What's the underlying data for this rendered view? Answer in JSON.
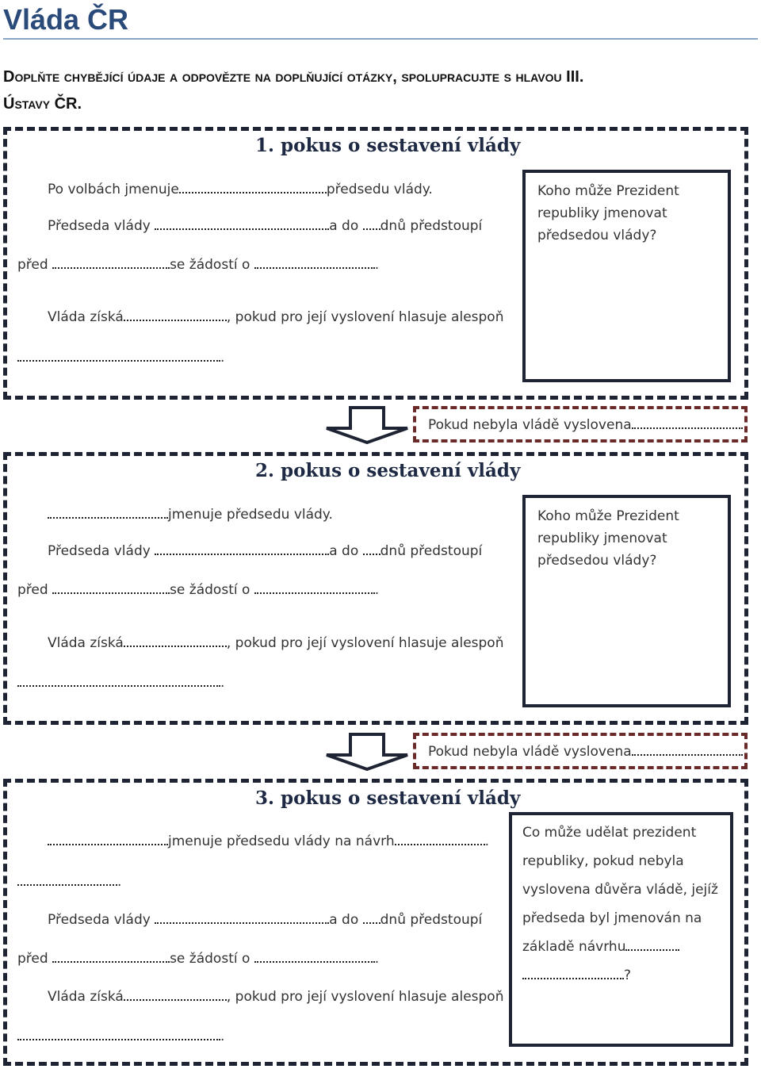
{
  "page": {
    "title": "Vláda ČR",
    "instruction_line1": "Doplňte chybějící údaje a odpovězte na doplňující otázky, spolupracujte s hlavou III.",
    "instruction_line2": "Ústavy ČR."
  },
  "attempt1": {
    "heading": "1. pokus o sestavení vlády",
    "line1_a": "Po volbách jmenuje",
    "line1_b": "předsedu vlády.",
    "line2_a": "Předseda vlády",
    "line2_b": "a do",
    "line2_c": "dnů předstoupí",
    "line3_a": "před",
    "line3_b": "se žádostí o",
    "line3_end": ".",
    "line4_a": "Vláda získá",
    "line4_b": ", pokud pro její vyslovení hlasuje alespoň",
    "line5_end": ".",
    "question": "Koho může Prezident republiky jmenovat předsedou vlády?"
  },
  "transition1": {
    "text": "Pokud nebyla vládě vyslovena"
  },
  "attempt2": {
    "heading": "2. pokus o sestavení vlády",
    "line1_b": "jmenuje předsedu vlády.",
    "line2_a": "Předseda vlády",
    "line2_b": "a do",
    "line2_c": "dnů předstoupí",
    "line3_a": "před",
    "line3_b": "se žádostí o",
    "line3_end": ".",
    "line4_a": "Vláda získá",
    "line4_b": ", pokud pro její vyslovení hlasuje alespoň",
    "line5_end": ".",
    "question": "Koho může Prezident republiky jmenovat předsedou vlády?"
  },
  "transition2": {
    "text": "Pokud nebyla vládě vyslovena"
  },
  "attempt3": {
    "heading": "3. pokus o sestavení vlády",
    "line1_b": "jmenuje předsedu vlády na návrh",
    "line1_end": ".",
    "line2_end": ".",
    "line3_a": "Předseda vlády",
    "line3_b": "a do",
    "line3_c": "dnů předstoupí",
    "line4_a": "před",
    "line4_b": "se žádostí o",
    "line4_end": ".",
    "line5_a": "Vláda získá",
    "line5_b": ", pokud pro její vyslovení hlasuje alespoň",
    "line6_end": ".",
    "question_l1": "Co může udělat prezident",
    "question_l2": "republiky, pokud nebyla",
    "question_l3": "vyslovena důvěra vládě, jejíž",
    "question_l4": "předseda byl jmenován na",
    "question_l5": "základě návrhu",
    "question_l6_end": "?"
  }
}
